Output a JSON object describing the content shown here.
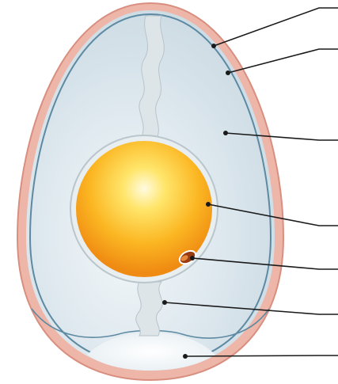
{
  "diagram": {
    "subject": "egg-cross-section",
    "labels": [],
    "colors": {
      "shell": "#e7a99a",
      "membrane": "#5d8aa2",
      "albumen": "#cad9e2",
      "yolk": "#f7a21b",
      "germinal-disc": "#9a3b12",
      "leader-line": "#1a1a1a"
    },
    "callouts": [
      {
        "part": "shell"
      },
      {
        "part": "shell-membrane"
      },
      {
        "part": "albumen"
      },
      {
        "part": "yolk"
      },
      {
        "part": "germinal-disc"
      },
      {
        "part": "chalaza"
      },
      {
        "part": "air-cell"
      }
    ]
  }
}
